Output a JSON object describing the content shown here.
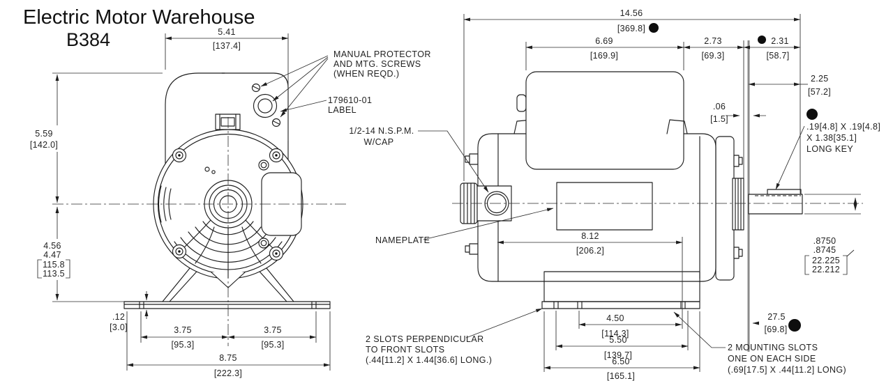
{
  "title": "Electric Motor Warehouse",
  "model": "B384",
  "colors": {
    "line": "#1e1e1e",
    "dim_text": "#222222",
    "marker_dot": "#0e0e0e",
    "background": "#ffffff"
  },
  "front_view": {
    "dim_top_width": {
      "in": "5.41",
      "mm": "[137.4]"
    },
    "dim_upper_height": {
      "in": "5.59",
      "mm": "[142.0]"
    },
    "dim_lower_height": {
      "in1": "4.56",
      "in2": "4.47",
      "mm1": "115.8",
      "mm2": "113.5"
    },
    "dim_base_thickness": {
      "in": ".12",
      "mm": "[3.0]"
    },
    "dim_foot_left": {
      "in": "3.75",
      "mm": "[95.3]"
    },
    "dim_foot_right": {
      "in": "3.75",
      "mm": "[95.3]"
    },
    "dim_base_width": {
      "in": "8.75",
      "mm": "[222.3]"
    },
    "label_protector": [
      "MANUAL PROTECTOR",
      "AND MTG. SCREWS",
      "(WHEN REQD.)"
    ],
    "label_part": [
      "179610-01",
      "LABEL"
    ]
  },
  "side_view": {
    "dim_overall_length": {
      "in": "14.56",
      "mm": "[369.8]",
      "marker_dot": true
    },
    "dim_box_width": {
      "in": "6.69",
      "mm": "[169.9]"
    },
    "dim_rear_section": {
      "in": "2.73",
      "mm": "[69.3]"
    },
    "dim_shaft_ext": {
      "in": "2.31",
      "mm": "[58.7]",
      "marker_dot": true
    },
    "dim_shaft_usable": {
      "in": "2.25",
      "mm": "[57.2]"
    },
    "dim_face_gap": {
      "in": ".06",
      "mm": "[1.5]"
    },
    "key_spec": [
      ".19[4.8] X .19[4.8]",
      "X 1.38[35.1]",
      "LONG KEY"
    ],
    "label_conduit": [
      "1/2-14 N.S.P.M.",
      "W/CAP"
    ],
    "label_nameplate": "NAMEPLATE",
    "dim_body_length": {
      "in": "8.12",
      "mm": "[206.2]"
    },
    "shaft_diameter": {
      "in1": ".8750",
      "in2": ".8745",
      "mm1": "22.225",
      "mm2": "22.212"
    },
    "dim_shaft_height": {
      "in": "27.5",
      "mm": "[69.8]",
      "marker_dot": true
    },
    "dim_slots_inner": {
      "in": "4.50",
      "mm": "[114.3]"
    },
    "dim_slots_mid": {
      "in": "5.50",
      "mm": "[139.7]"
    },
    "dim_slots_outer": {
      "in": "6.50",
      "mm": "[165.1]"
    },
    "label_front_slots": [
      "2 SLOTS PERPENDICULAR",
      "TO FRONT SLOTS",
      "(.44[11.2] X 1.44[36.6] LONG.)"
    ],
    "label_mounting_slots": [
      "2 MOUNTING SLOTS",
      "ONE ON EACH SIDE",
      "(.69[17.5] X .44[11.2] LONG)"
    ]
  }
}
